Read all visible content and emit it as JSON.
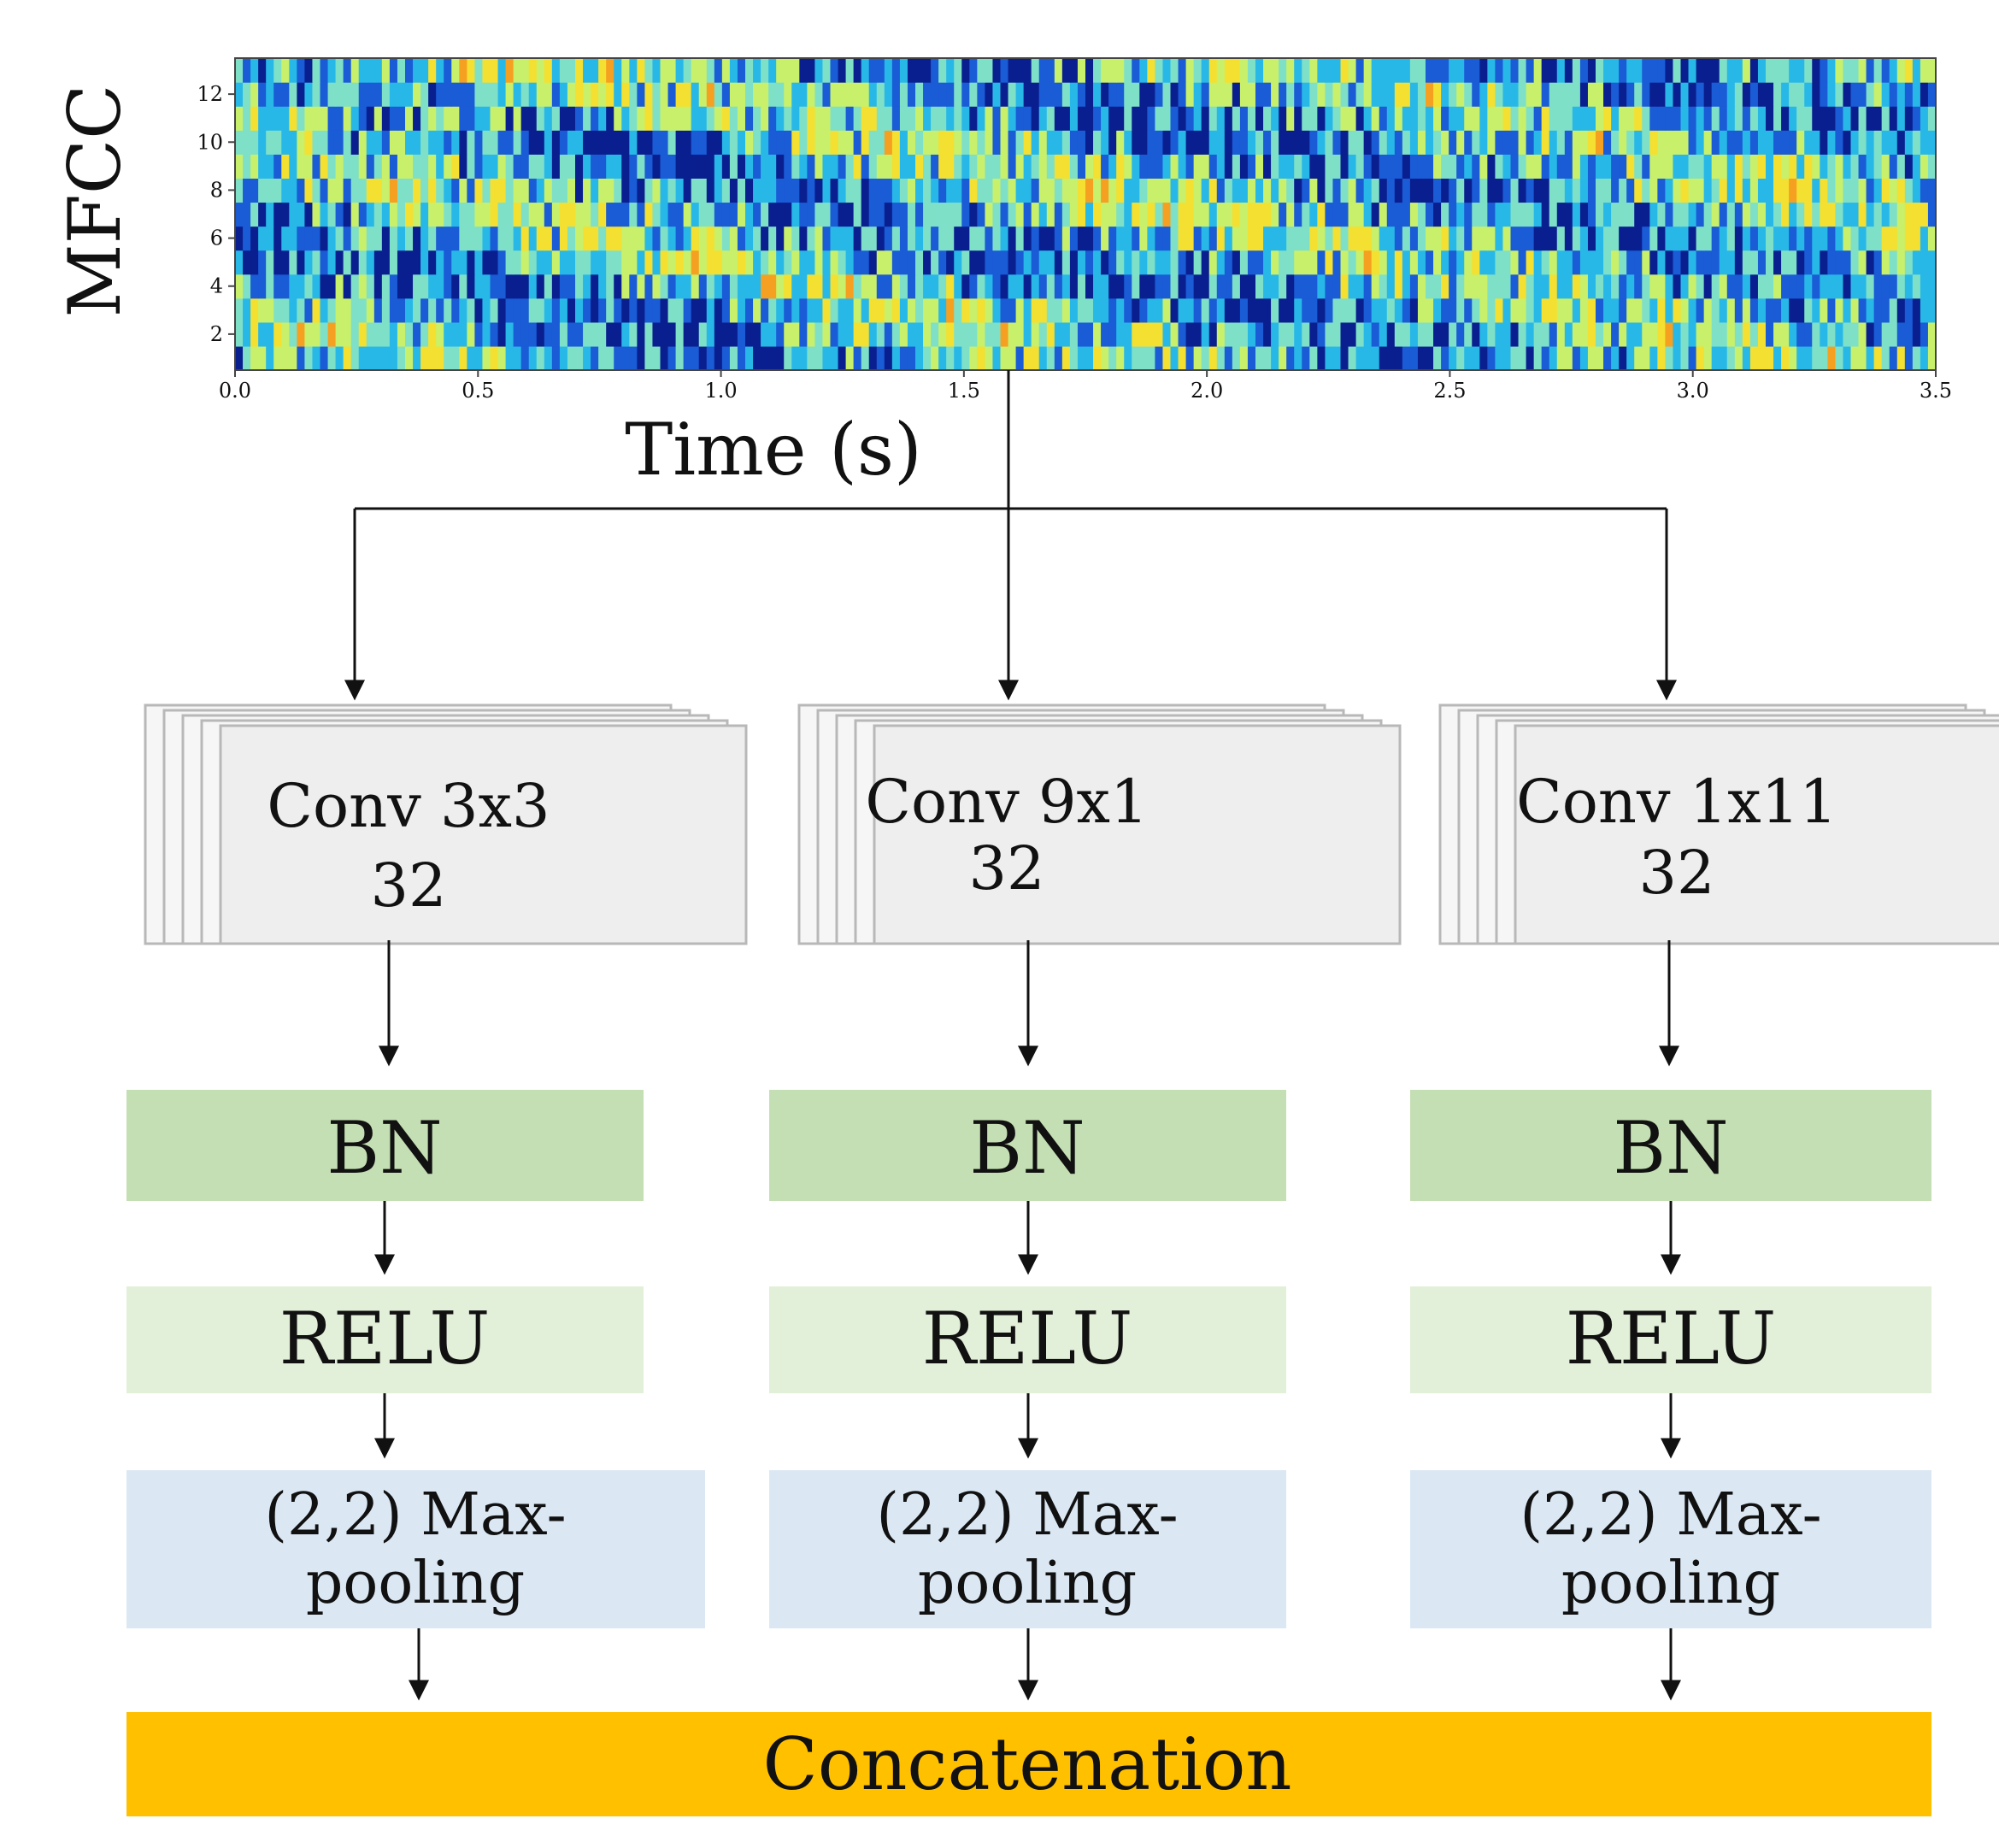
{
  "spectrogram": {
    "ylabel": "MFCC",
    "xlabel": "Time (s)",
    "x_ticks": [
      "0.0",
      "0.5",
      "1.0",
      "1.5",
      "2.0",
      "2.5",
      "3.0",
      "3.5"
    ],
    "y_ticks": [
      "2",
      "4",
      "6",
      "8",
      "10",
      "12"
    ],
    "colormap": [
      "#0a1f8f",
      "#1a5bd6",
      "#28b8e8",
      "#7fe0c8",
      "#c8f06a",
      "#f4e030",
      "#f5a020",
      "#e03a10"
    ]
  },
  "branches": [
    {
      "conv_line1": "Conv 3x3",
      "conv_line2": "32",
      "bn": "BN",
      "relu": "RELU",
      "pool_line1": "(2,2) Max-",
      "pool_line2": "pooling"
    },
    {
      "conv_line1": "Conv 9x1",
      "conv_line2": "32",
      "bn": "BN",
      "relu": "RELU",
      "pool_line1": "(2,2) Max-",
      "pool_line2": "pooling"
    },
    {
      "conv_line1": "Conv 1x11",
      "conv_line2": "32",
      "bn": "BN",
      "relu": "RELU",
      "pool_line1": "(2,2) Max-",
      "pool_line2": "pooling"
    }
  ],
  "concat": {
    "label": "Concatenation"
  },
  "colors": {
    "bn": "#c5dfb4",
    "relu": "#e2efd9",
    "pool": "#dbe8f4",
    "concat": "#ffc000",
    "conv": "#eeeeee",
    "conv_border": "#b8b8b8"
  }
}
